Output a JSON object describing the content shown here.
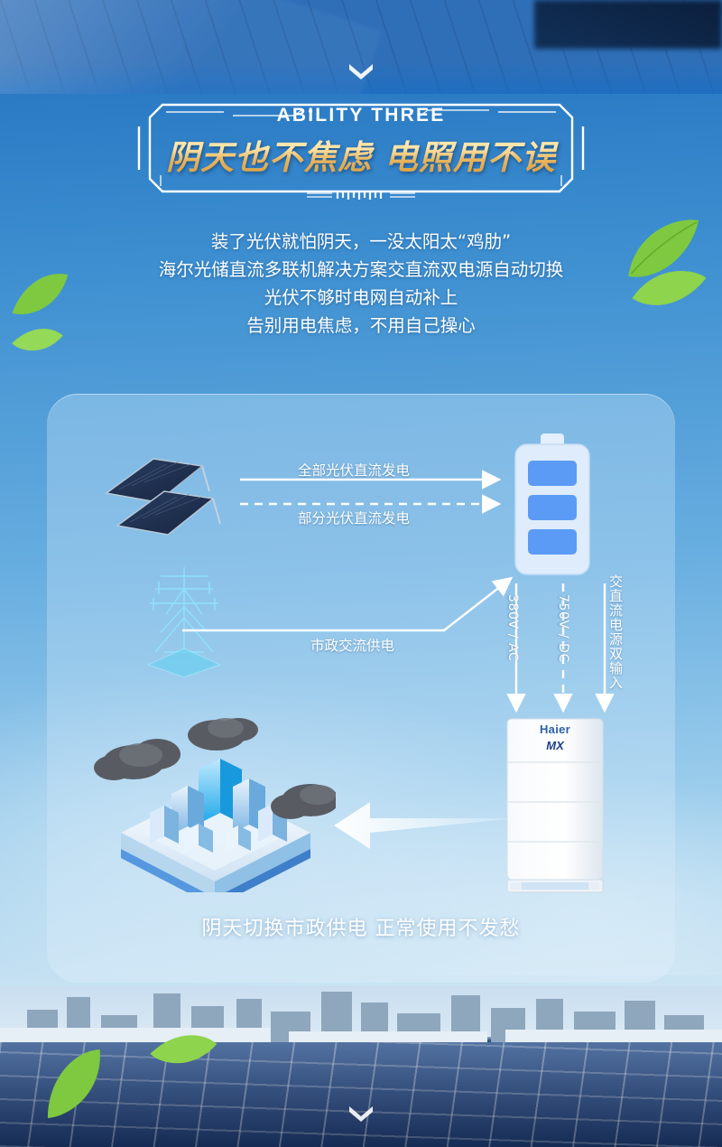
{
  "banner": {
    "eyebrow": "ABILITY THREE",
    "title": "阴天也不焦虑 电照用不误",
    "frame_color": "#ffffff",
    "title_gold": "#ffe3a4"
  },
  "lede": {
    "line1": "装了光伏就怕阴天，一没太阳太“鸡肋”",
    "line2": "海尔光储直流多联机解决方案交直流双电源自动切换",
    "line3": "光伏不够时电网自动补上",
    "line4": "告别用电焦虑，不用自己操心"
  },
  "diagram": {
    "flows": [
      {
        "label": "全部光伏直流发电",
        "style": "solid"
      },
      {
        "label": "部分光伏直流发电",
        "style": "dashed"
      },
      {
        "label": "市政交流供电",
        "style": "solid"
      }
    ],
    "voltages": [
      {
        "label": "380V / AC",
        "style": "solid"
      },
      {
        "label": "750V / DC",
        "style": "dashed"
      }
    ],
    "dual_input": "交直流电源双输入",
    "unit": {
      "brand": "Haier",
      "model": "MX"
    },
    "nodes": {
      "solar": "solar-panel-array",
      "battery": "battery",
      "pylon": "transmission-tower",
      "city": "city-platform",
      "unit": "haier-mx-unit"
    },
    "caption": "阴天切换市政供电  正常使用不发愁"
  },
  "chevrons": {
    "top": "chevron-down",
    "bottom": "chevron-down"
  },
  "colors": {
    "background_blue": "#3c8ed0",
    "card_fill": "#a9d0ea",
    "battery_bar": "#5b9bf5",
    "accent_white": "#ffffff"
  }
}
